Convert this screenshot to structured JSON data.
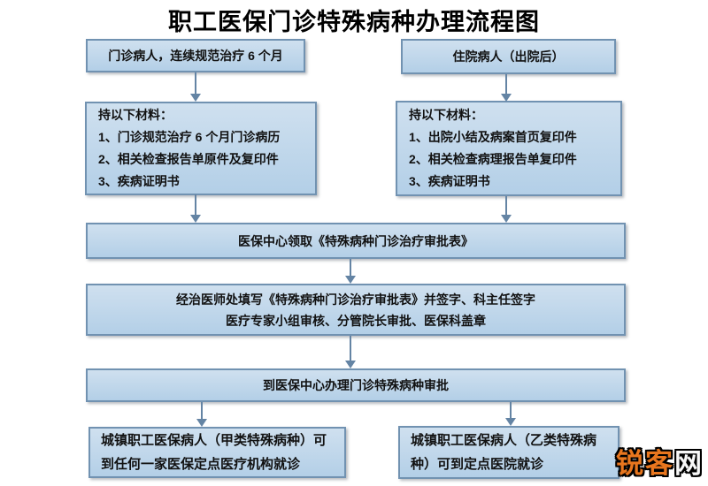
{
  "title": "职工医保门诊特殊病种办理流程图",
  "flowchart": {
    "outpatient_start": "门诊病人，连续规范治疗 6 个月",
    "inpatient_start": "住院病人（出院后）",
    "outpatient_materials": {
      "header": "持以下材料：",
      "items": [
        "1、门诊规范治疗 6 个月门诊病历",
        "2、相关检查报告单原件及复印件",
        "3、疾病证明书"
      ]
    },
    "inpatient_materials": {
      "header": "持以下材料：",
      "items": [
        "1、出院小结及病案首页复印件",
        "2、相关检查病理报告单复印件",
        "3、疾病证明书"
      ]
    },
    "collect_form": "医保中心领取《特殊病种门诊治疗审批表》",
    "fill_form": {
      "line1": "经治医师处填写《特殊病种门诊治疗审批表》并签字、科主任签字",
      "line2": "医疗专家小组审核、分管院长审批、医保科盖章"
    },
    "approval": "到医保中心办理门诊特殊病种审批",
    "class_a_result": {
      "line1": "城镇职工医保病人（甲类特殊病种）可",
      "line2": "到任何一家医保定点医疗机构就诊"
    },
    "class_b_result": {
      "line1": "城镇职工医保病人（乙类特殊病",
      "line2": "种）可到定点医院就诊"
    }
  },
  "watermark": {
    "text_primary": "锐客",
    "text_secondary": "网"
  },
  "colors": {
    "box_fill_top": "#cfe0ef",
    "box_fill_bottom": "#b3cfe7",
    "box_border": "#7192b1",
    "arrow": "#6484a4",
    "text": "#111111",
    "watermark_primary": "#e8761e",
    "watermark_secondary": "#f8f8f8"
  }
}
